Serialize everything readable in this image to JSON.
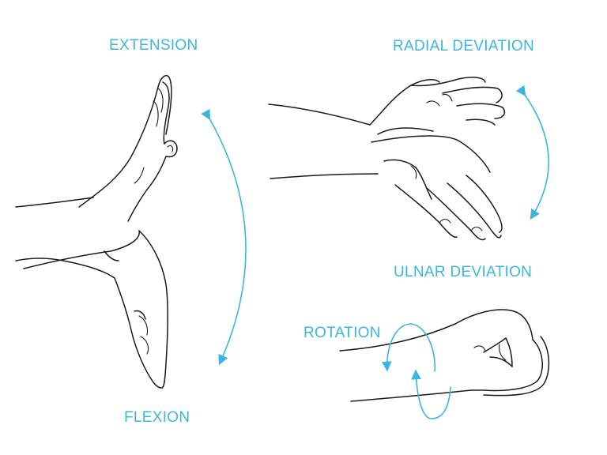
{
  "labels": {
    "extension": "EXTENSION",
    "flexion": "FLEXION",
    "radial_deviation": "RADIAL DEVIATION",
    "ulnar_deviation": "ULNAR DEVIATION",
    "rotation": "ROTATION"
  },
  "colors": {
    "accent": "#3ab6df",
    "ink": "#1a1a1a",
    "background": "#ffffff"
  }
}
